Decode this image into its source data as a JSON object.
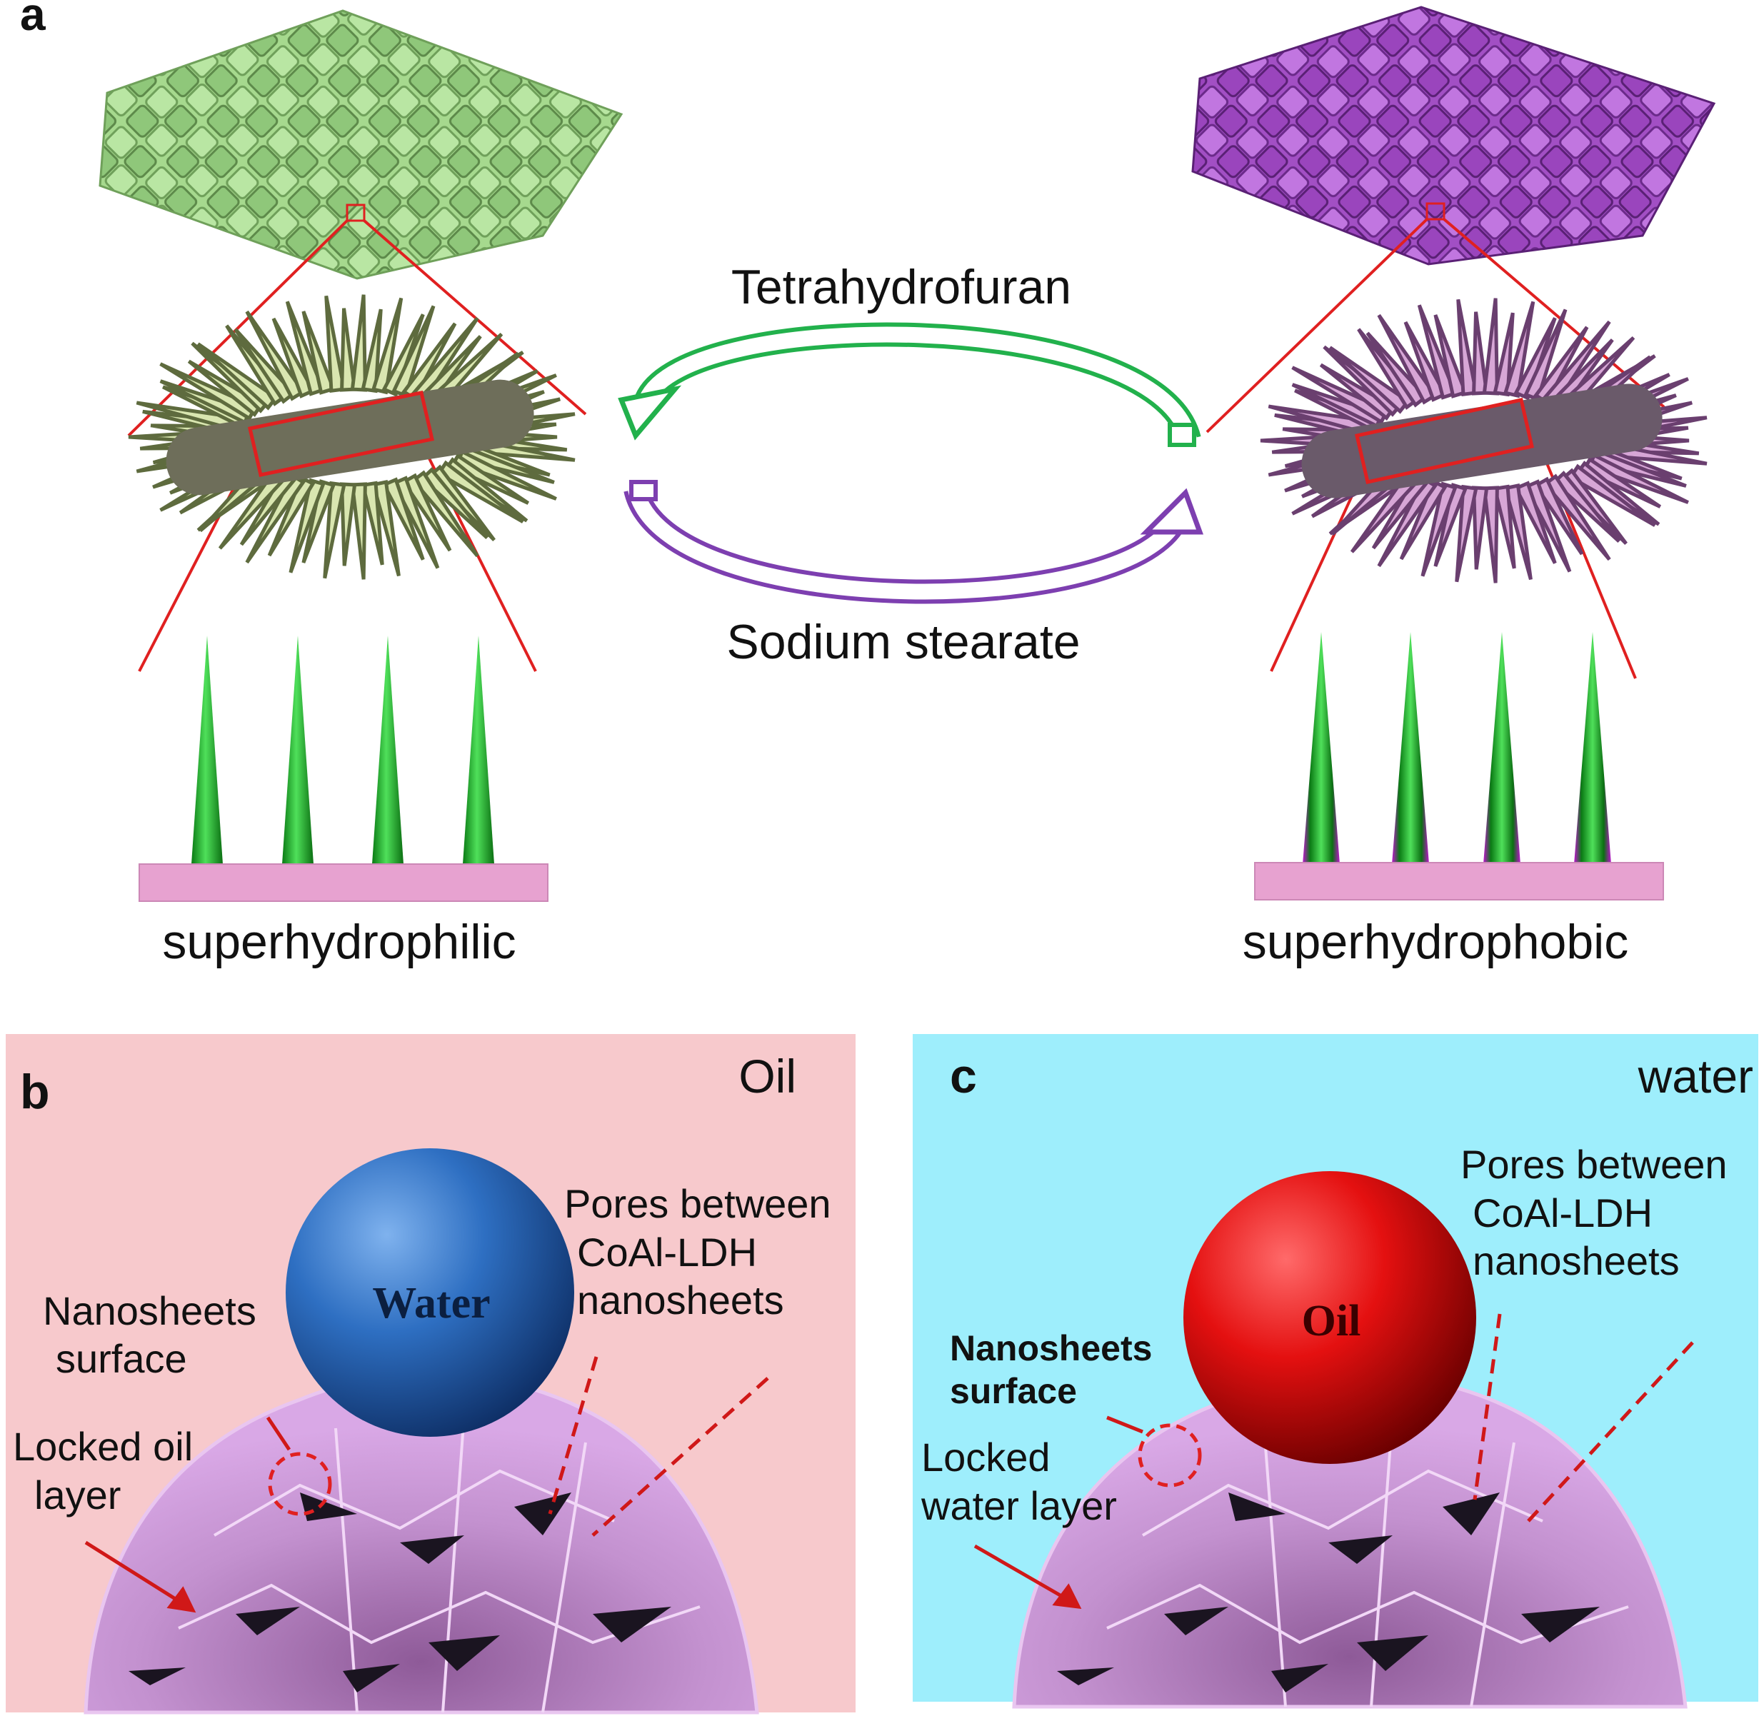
{
  "panel_a": {
    "letter": "a",
    "top_process": "Tetrahydrofuran",
    "bottom_process": "Sodium stearate",
    "left_state": "superhydrophilic",
    "right_state": "superhydrophobic",
    "colors": {
      "green": "#22b14c",
      "purple": "#7d3fb0",
      "magnifier_red": "#e02020"
    }
  },
  "panel_b": {
    "letter": "b",
    "medium": "Oil",
    "droplet": "Water",
    "pores_label": [
      "Pores between",
      "CoAl-LDH",
      "nanosheets"
    ],
    "surface_label": [
      "Nanosheets",
      "surface"
    ],
    "locked_label": [
      "Locked oil",
      "layer"
    ],
    "colors": {
      "background": "#f7c9cc",
      "droplet": "#1f5fb0"
    }
  },
  "panel_c": {
    "letter": "c",
    "medium": "water",
    "droplet": "Oil",
    "pores_label": [
      "Pores between",
      "CoAl-LDH",
      "nanosheets"
    ],
    "surface_label": [
      "Nanosheets",
      "surface"
    ],
    "locked_label": [
      "Locked",
      "water layer"
    ],
    "colors": {
      "background": "#9eeefc",
      "droplet": "#e01010"
    }
  }
}
